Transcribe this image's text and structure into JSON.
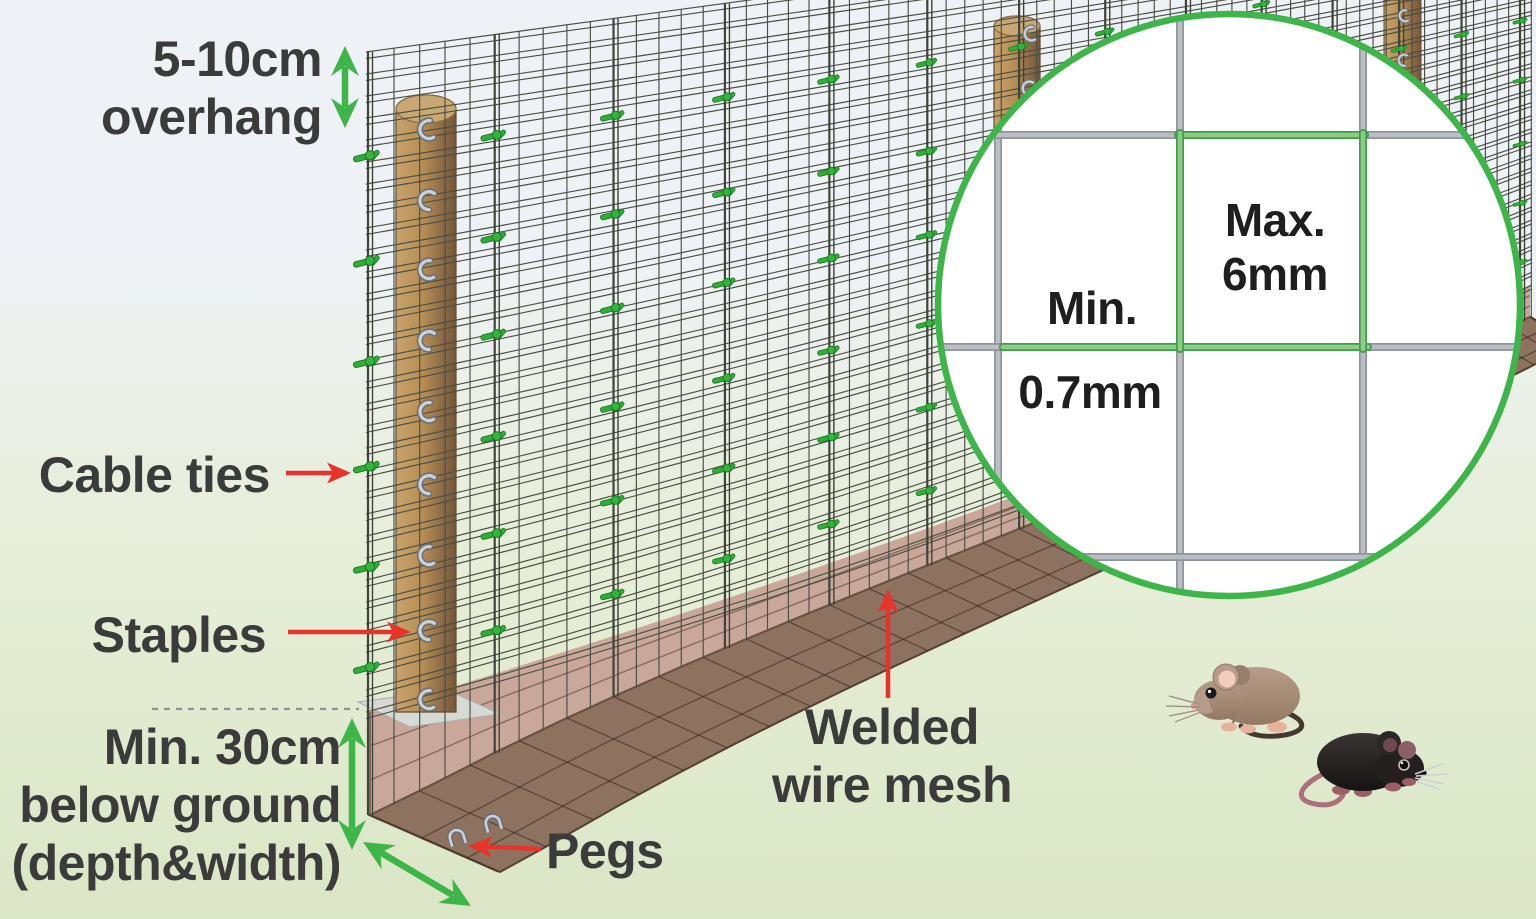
{
  "labels": {
    "overhang": {
      "line1": "5-10cm",
      "line2": "overhang"
    },
    "cable_ties": "Cable ties",
    "staples": "Staples",
    "below_ground": {
      "line1": "Min. 30cm",
      "line2": "below ground",
      "line3": "(depth&width)"
    },
    "pegs": "Pegs",
    "welded_mesh": {
      "line1": "Welded",
      "line2": "wire mesh"
    },
    "magnifier": {
      "min_label": "Min.",
      "min_value": "0.7mm",
      "max_label": "Max.",
      "max_value": "6mm"
    }
  },
  "icons": {
    "cable_tie": "cable-tie-icon",
    "staple": "staple-icon",
    "peg": "peg-icon",
    "magnifier": "magnifier-circle",
    "mice": [
      "brown-mouse-icon",
      "black-mouse-icon"
    ]
  },
  "colors": {
    "label_text": "#3b3b3b",
    "magnifier_text": "#1e1e1e",
    "green": "#3db549",
    "red": "#e8332a",
    "tie_green": "#2fae36",
    "tie_green_dark": "#187722",
    "wire": "#4a4e44",
    "wire_heavy": "#3f4339",
    "post_light": "#c9a36c",
    "post_mid": "#b68e55",
    "post_dark": "#74573a",
    "trench_wall": "#c9a79a",
    "trench_floor": "#8e7260",
    "trench_edge": "#54402f",
    "pad_gray": "#d7d9d4",
    "magnifier_wire": "#b9bec3",
    "magnifier_wire_dark": "#8f959b",
    "magnifier_green_light": "#8ccc86",
    "magnifier_green_dark": "#3f9e47",
    "staple_light": "#ccd1d6",
    "staple_dark": "#6a7077",
    "dashed_line": "#8b9196",
    "bg_top": "#eef2f6",
    "bg_mid": "#e9efe2",
    "bg_bottom": "#dbe6c6"
  }
}
